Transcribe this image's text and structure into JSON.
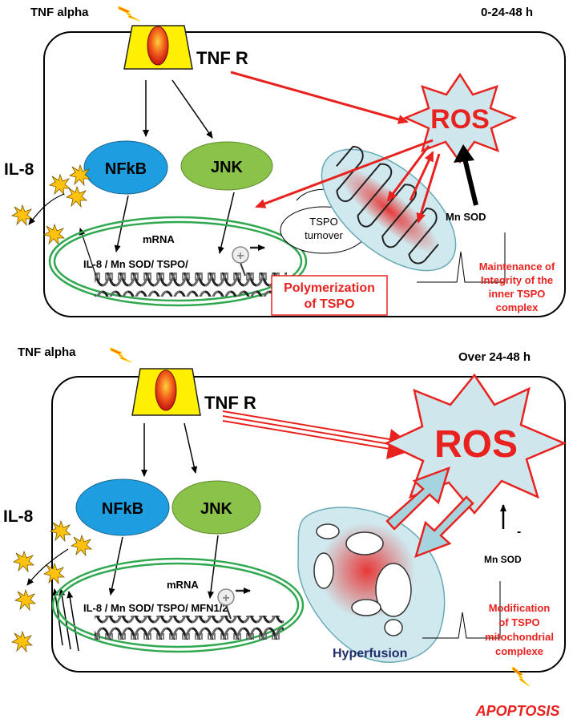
{
  "top_panel": {
    "tnf_alpha": "TNF alpha",
    "time": "0-24-48 h",
    "tnf_r": "TNF R",
    "il8": "IL-8",
    "nfkb": "NFkB",
    "jnk": "JNK",
    "mrna": "mRNA",
    "genes": "IL-8  /  Mn SOD/  TSPO/",
    "ros": "ROS",
    "tspo_turnover_1": "TSPO",
    "tspo_turnover_2": "turnover",
    "polymerization_1": "Polymerization",
    "polymerization_2": "of TSPO",
    "mn_sod": "Mn SOD",
    "maintenance_1": "Maintenance of",
    "maintenance_2": "Integrity of the",
    "maintenance_3": "inner TSPO",
    "maintenance_4": "complex"
  },
  "bottom_panel": {
    "tnf_alpha": "TNF alpha",
    "time": "Over 24-48 h",
    "tnf_r": "TNF R",
    "il8": "IL-8",
    "nfkb": "NFkB",
    "jnk": "JNK",
    "mrna": "mRNA",
    "genes": "IL-8  /  Mn SOD/  TSPO/  MFN1/2",
    "ros": "ROS",
    "mn_sod": "Mn SOD",
    "minus": "-",
    "hyperfusion": "Hyperfusion",
    "modification_1": "Modification",
    "modification_2": "of TSPO",
    "modification_3": "mitochondrial",
    "modification_4": "complexe",
    "apoptosis": "APOPTOSIS"
  },
  "colors": {
    "red": "#e8231f",
    "nfkb_fill": "#1e9ee0",
    "jnk_fill": "#8bc34a",
    "nucleus_green": "#2fa84f",
    "mito_fill": "#cfe9ee",
    "ros_fill": "#cfe6ec",
    "receptor_yellow": "#ffef00",
    "dark_blue": "#1f2d6b"
  }
}
